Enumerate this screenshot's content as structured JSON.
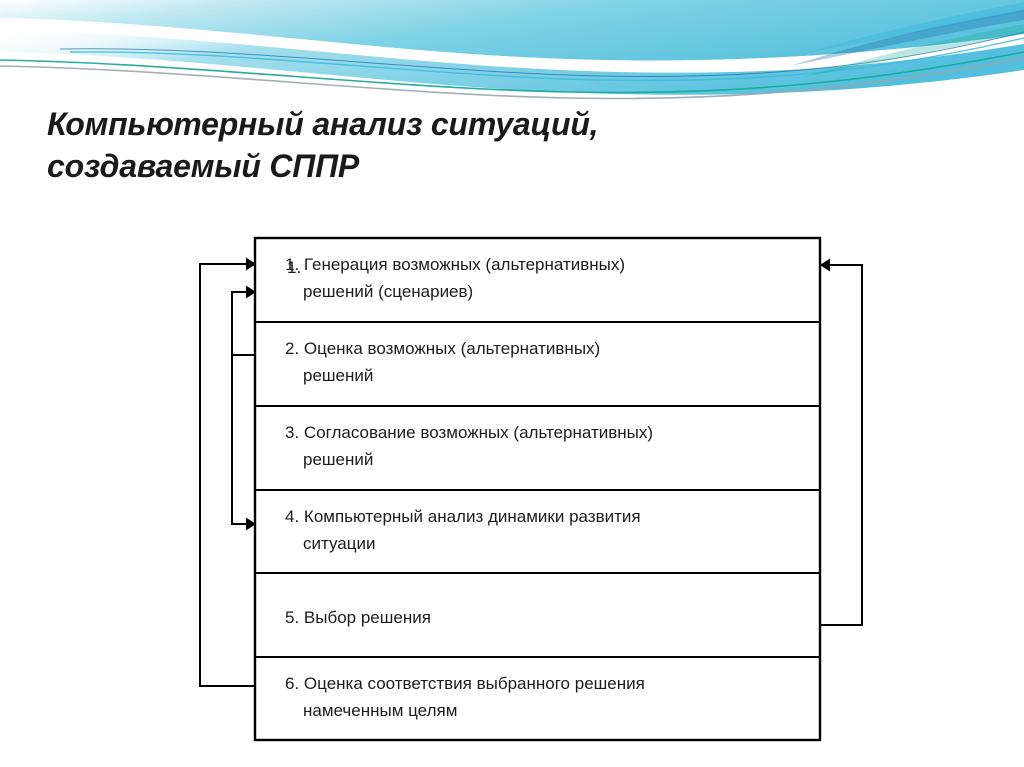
{
  "slide": {
    "background_color": "#ffffff",
    "title": {
      "line1": "Компьютерный анализ ситуаций,",
      "line2": "создаваемый СППР"
    },
    "decoration": {
      "name": "blue-wave-banner",
      "colors": {
        "light_blue": "#7fd4e8",
        "mid_blue": "#3fb8da",
        "teal": "#19a99a",
        "deep_blue": "#1b6fa8",
        "gray": "#9aa6ad",
        "pale": "#bfe7f2"
      }
    }
  },
  "diagram": {
    "type": "stacked-process-flow",
    "title_text_color": "#1c1c1c",
    "border_color": "#000000",
    "box_fill": "#ffffff",
    "steps": [
      {
        "number": "1.",
        "line1": "Генерация возможных (альтернативных)",
        "line2": "решений (сценариев)"
      },
      {
        "number": "2.",
        "line1": "Оценка возможных (альтернативных)",
        "line2": "решений"
      },
      {
        "number": "3.",
        "line1": "Согласование возможных (альтернативных)",
        "line2": "решений"
      },
      {
        "number": "4.",
        "line1": "Компьютерный анализ динамики развития",
        "line2": "ситуации"
      },
      {
        "number": "5.",
        "line1": "Выбор решения",
        "line2": ""
      },
      {
        "number": "6.",
        "line1": "Оценка соответствия выбранного решения",
        "line2": "намеченным целям"
      }
    ],
    "connectors": [
      {
        "name": "feedback-outer-left",
        "from_step": 6,
        "to_step": 1,
        "side": "left",
        "arrow": true
      },
      {
        "name": "feedback-inner-left-up",
        "from_step": 2,
        "to_step": 1,
        "side": "left",
        "arrow": true
      },
      {
        "name": "feedback-inner-left-down",
        "from_step": 2,
        "to_step": 4,
        "side": "left",
        "arrow": true
      },
      {
        "name": "feedback-right",
        "from_step": 5,
        "to_step": 1,
        "side": "right",
        "arrow": true
      }
    ]
  }
}
